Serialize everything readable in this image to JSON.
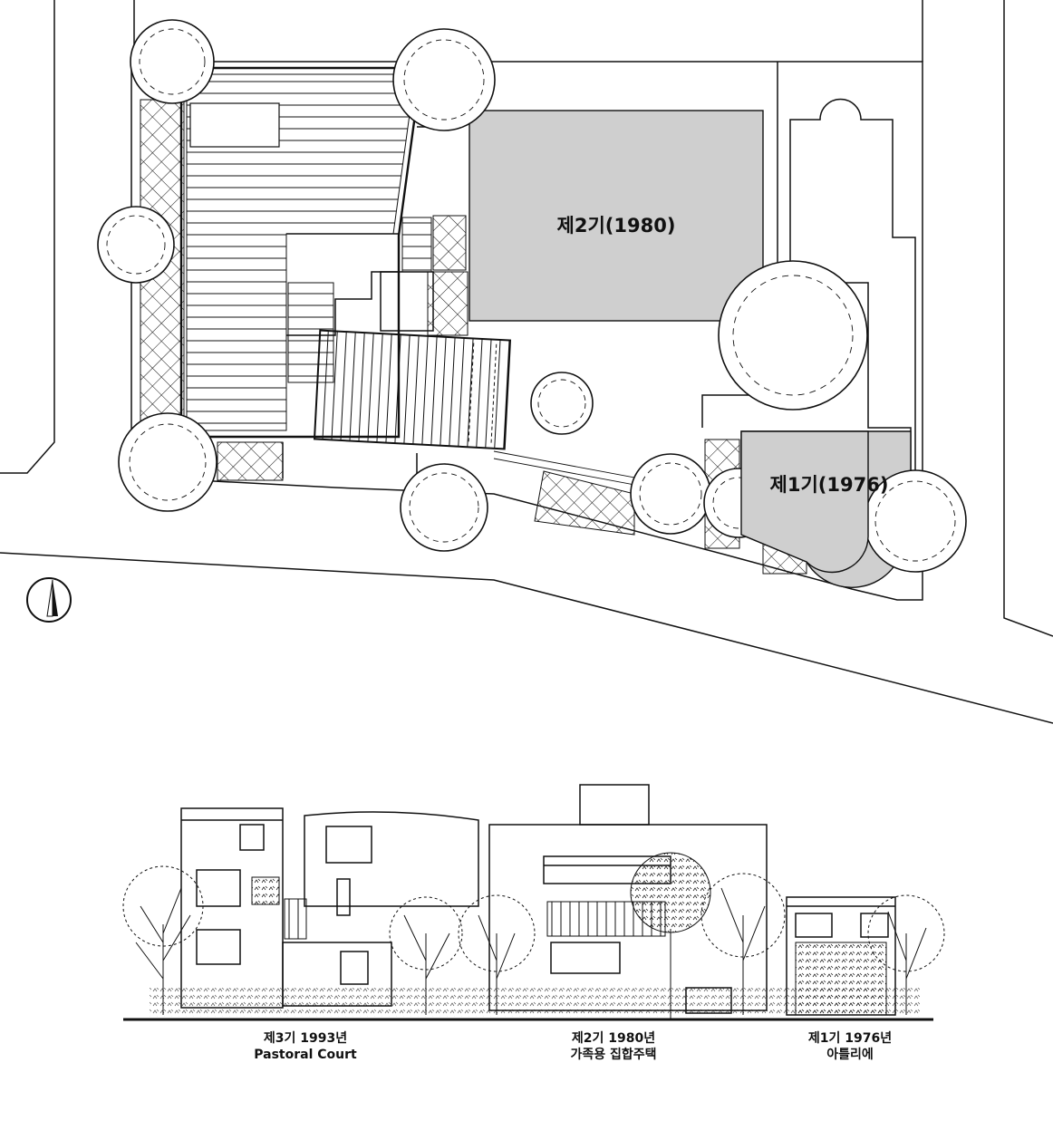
{
  "site_plan": {
    "buildings": [
      {
        "id": "phase2",
        "label": "제2기(1980)"
      },
      {
        "id": "phase1",
        "label": "제1기(1976)"
      }
    ],
    "north_arrow_icon": "north-arrow-icon",
    "entrance_icon": "entrance-triangle-icon"
  },
  "elevation": {
    "captions": [
      {
        "id": "phase3",
        "line1": "제3기 1993년",
        "line2": "Pastoral Court"
      },
      {
        "id": "phase2",
        "line1": "제2기 1980년",
        "line2": "가족용 집합주택"
      },
      {
        "id": "phase1",
        "line1": "제1기 1976년",
        "line2": "아틀리에"
      }
    ]
  },
  "colors": {
    "line": "#111111",
    "shade": "#cfcfcf",
    "background": "#ffffff"
  }
}
